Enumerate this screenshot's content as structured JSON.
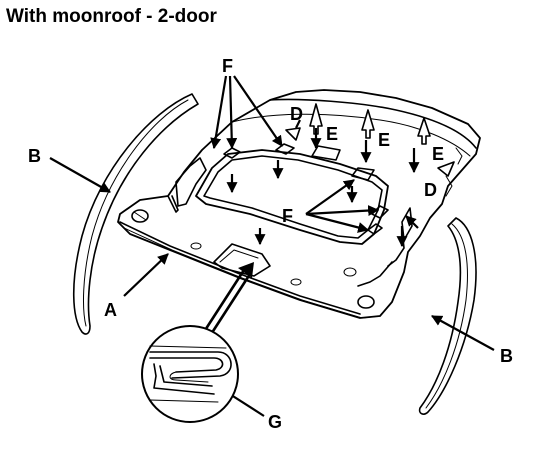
{
  "title": "With moonroof - 2-door",
  "labels": {
    "a": "A",
    "b_left": "B",
    "b_right": "B",
    "d_top": "D",
    "d_bottom": "D",
    "e_1": "E",
    "e_2": "E",
    "e_3": "E",
    "f_top": "F",
    "f_mid": "F",
    "g": "G"
  }
}
